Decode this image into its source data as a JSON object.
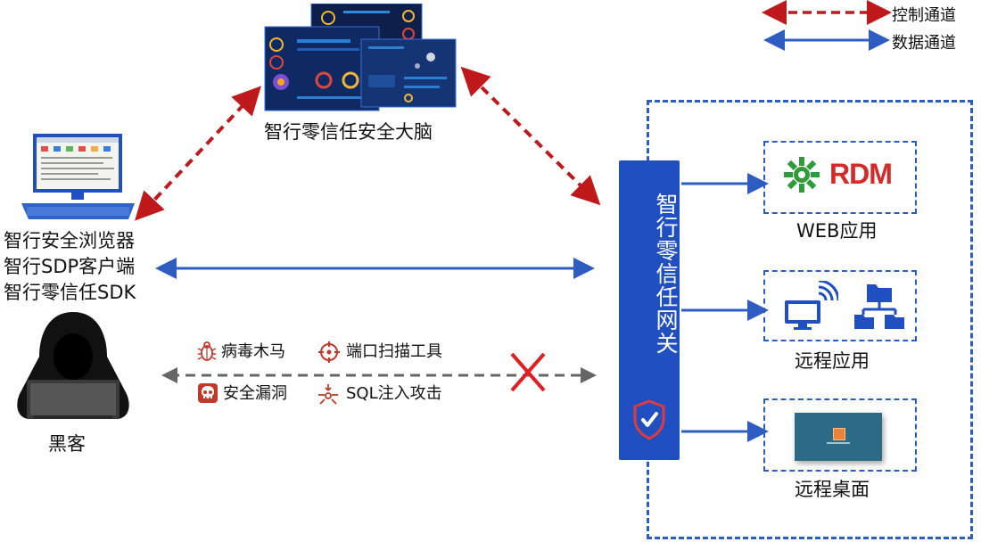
{
  "legend": {
    "control": "控制通道",
    "data": "数据通道"
  },
  "brain": {
    "label": "智行零信任安全大脑"
  },
  "client": {
    "line1": "智行安全浏览器",
    "line2": "智行SDP客户端",
    "line3": "智行零信任SDK"
  },
  "hacker": {
    "label": "黑客"
  },
  "threats": {
    "virus": "病毒木马",
    "port_scan": "端口扫描工具",
    "vuln": "安全漏洞",
    "sql": "SQL注入攻击"
  },
  "gateway": {
    "label": "智行零信任网关"
  },
  "apps": {
    "web": {
      "label": "WEB应用",
      "logo_text": "RDM"
    },
    "remote_app": {
      "label": "远程应用"
    },
    "remote_desktop": {
      "label": "远程桌面"
    }
  },
  "colors": {
    "control": "#c0191c",
    "data": "#2e5dc2",
    "blocked": "#e02020",
    "gateway": "#1f4fc1",
    "grey_arrow": "#666666"
  }
}
